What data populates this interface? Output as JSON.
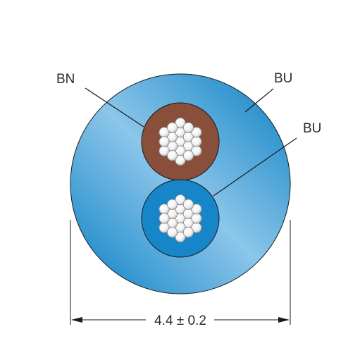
{
  "labels": {
    "conductor_1": "BN",
    "outer_jacket": "BU",
    "conductor_2": "BU"
  },
  "dimension": {
    "text": "4.4 ± 0.2"
  },
  "colors": {
    "jacket_dark": "#0a7fc4",
    "jacket_light": "#8cc6ea",
    "conductor_1_insulation": "#8a4f3a",
    "conductor_2_insulation": "#1686c8",
    "strand_fill": "#f2f2f2",
    "strand_edge": "#8a8a8a",
    "leader_line": "#1a1a1a"
  }
}
